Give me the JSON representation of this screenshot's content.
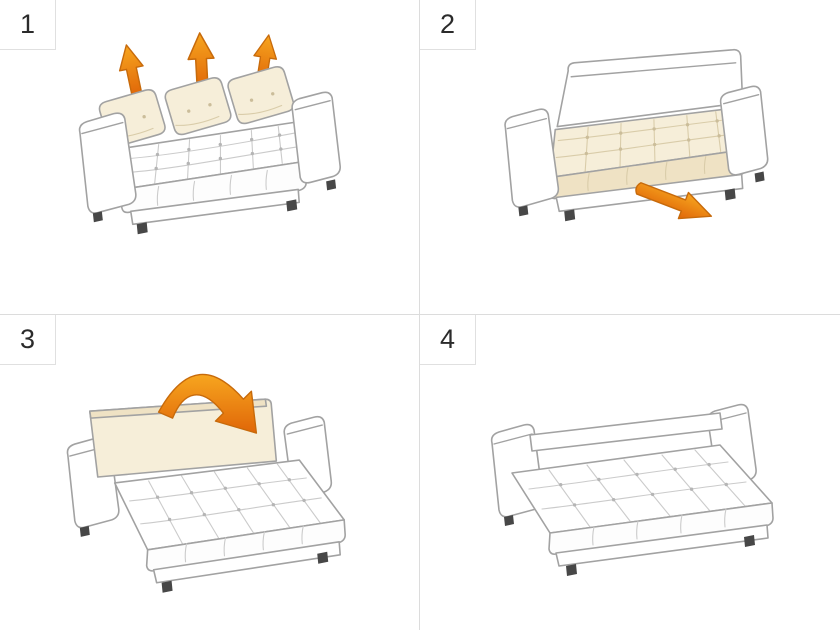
{
  "panels": [
    {
      "number": "1",
      "illustration": "sofa-with-back-cushions-lifting-off"
    },
    {
      "number": "2",
      "illustration": "sofa-without-cushions-pull-seat-out"
    },
    {
      "number": "3",
      "illustration": "pulled-out-seat-backrest-folding-down"
    },
    {
      "number": "4",
      "illustration": "flat-sofa-bed-final"
    }
  ],
  "icons": {
    "step1": "lift-up-arrows-icon",
    "step2": "pull-out-arrow-icon",
    "step3": "fold-over-arrow-icon"
  },
  "colors": {
    "accent_orange": "#E8821E",
    "arrow_gradient_top": "#F7A61F",
    "arrow_gradient_bottom": "#E06608",
    "outline_gray": "#A2A2A2",
    "cushion_beige": "#F6EED9",
    "cushion_beige_shade": "#EFE2C4",
    "divider_gray": "#DCDCDC",
    "number_color": "#2B2B2B"
  }
}
